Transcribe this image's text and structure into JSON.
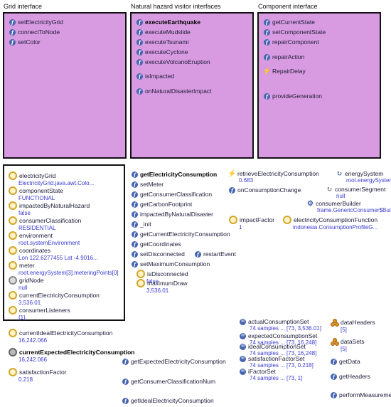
{
  "panels": {
    "grid": {
      "title": "Grid interface",
      "items": [
        "setElectricityGrid",
        "connectToNode",
        "setColor"
      ]
    },
    "hazard": {
      "title": "Natural hazard visitor interfaces",
      "items": [
        "executeEarthquake",
        "executeMudslide",
        "executeTsunami",
        "executeCyclone",
        "executeVolcanoEruption",
        "isImpacted",
        "onNaturalDisasterImpact"
      ]
    },
    "component": {
      "title": "Component interface",
      "items": [
        "getCurrentState",
        "setComponentState",
        "repairComponent",
        "repairAction",
        "RepairDelay",
        "provideGeneration"
      ]
    }
  },
  "fields_box": [
    {
      "name": "electricityGrid",
      "value": "ElectricityGrid.java.awt.Colo..."
    },
    {
      "name": "componentState",
      "value": "FUNCTIONAL"
    },
    {
      "name": "impactedByNaturalHazard",
      "value": "false"
    },
    {
      "name": "consumerClassification",
      "value": "RESIDENTIAL"
    },
    {
      "name": "environment",
      "value": "root.systemEnvironment"
    },
    {
      "name": "coordinates",
      "value": "Lon 122.6277455 Lat -4.9016..."
    },
    {
      "name": "meter",
      "value": "root.energySystem[3].meteringPoints[0]"
    },
    {
      "name": "gridNode",
      "value": "null"
    },
    {
      "name": "currentElectricityConsumption",
      "value": "3,536.01"
    },
    {
      "name": "consumerListeners",
      "value": "{1}"
    }
  ],
  "middle_functions": [
    "getElectricityConsumption",
    "setMeter",
    "getConsumerClassification",
    "getCarbonFootprint",
    "impactedByNaturalDisaster",
    "_init",
    "getCurrentElectricityConsumption",
    "getCoordinates",
    "setDisconnected",
    "setMaximumConsumption"
  ],
  "restart_event": "restartEvent",
  "middle_fields": [
    {
      "name": "isDisconnected",
      "value": "false"
    },
    {
      "name": "maximumDraw",
      "value": "3,536.01"
    }
  ],
  "right_top": {
    "retrieve": {
      "name": "retrieveElectricityConsumption",
      "value": "0.683"
    },
    "on_change": "onConsumptionChange",
    "impact": {
      "name": "impactFactor",
      "value": "1"
    },
    "consumption_fn": {
      "name": "electricityConsumptionFunction",
      "value": "indonesia.ConsumptionProfileG..."
    },
    "energy_system": {
      "name": "energySystem",
      "value": "root.energySystem["
    },
    "consumer_segment": {
      "name": "consumerSegment",
      "value": "null"
    },
    "consumer_builder": {
      "name": "consumerBuilder",
      "value": "frame.GenericConsumer$Builder"
    }
  },
  "bottom_fields": [
    {
      "name": "currentIdealElectricityConsumption",
      "value": "16,242.066"
    },
    {
      "name": "currentExpectedElectricityConsumption",
      "value": "16,242.066"
    },
    {
      "name": "satisfactionFactor",
      "value": "0.218"
    }
  ],
  "bottom_functions": [
    "getExpectedElectricityConsumption",
    "getConsumerClassificationNum",
    "getIdealElectricityConsumption"
  ],
  "datasets": [
    {
      "name": "actualConsumptionSet",
      "value": "74 samples ... [73, 3,536.01]"
    },
    {
      "name": "expectedConsumptionSet",
      "value": "74 samples ... [73, 16,248]"
    },
    {
      "name": "idealConsumptionSet",
      "value": "74 samples ... [73, 16,248]"
    },
    {
      "name": "satisfactionFactorSet",
      "value": "74 samples ... [73, 0.218]"
    },
    {
      "name": "iFactorSet",
      "value": "74 samples ... [73, 1]"
    }
  ],
  "data_collections": [
    {
      "name": "dataHeaders",
      "value": "[5]"
    },
    {
      "name": "dataSets",
      "value": "[5]"
    }
  ],
  "data_functions": [
    "getData",
    "getHeaders",
    "performMeasureme"
  ],
  "colors": {
    "panel": "#d89ae0",
    "function_icon": "#4664b0",
    "field_ring": "#d4a62a",
    "value_text": "#3a3ad0"
  }
}
